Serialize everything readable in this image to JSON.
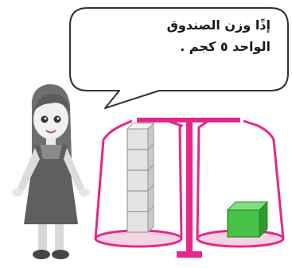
{
  "speech_bubble": {
    "lines": [
      "إذًا وزن الصندوق",
      "الواحد ٥ كجم ."
    ]
  },
  "scale": {
    "color": "#e8268a",
    "pan_fill": "#f6d3e3",
    "left_pan": {
      "item": "white-cube",
      "count": 5
    },
    "right_pan": {
      "item": "green-cube",
      "count": 1
    }
  },
  "colors": {
    "white_cube": "#e3e3e3",
    "green_cube": "#49c24a"
  }
}
